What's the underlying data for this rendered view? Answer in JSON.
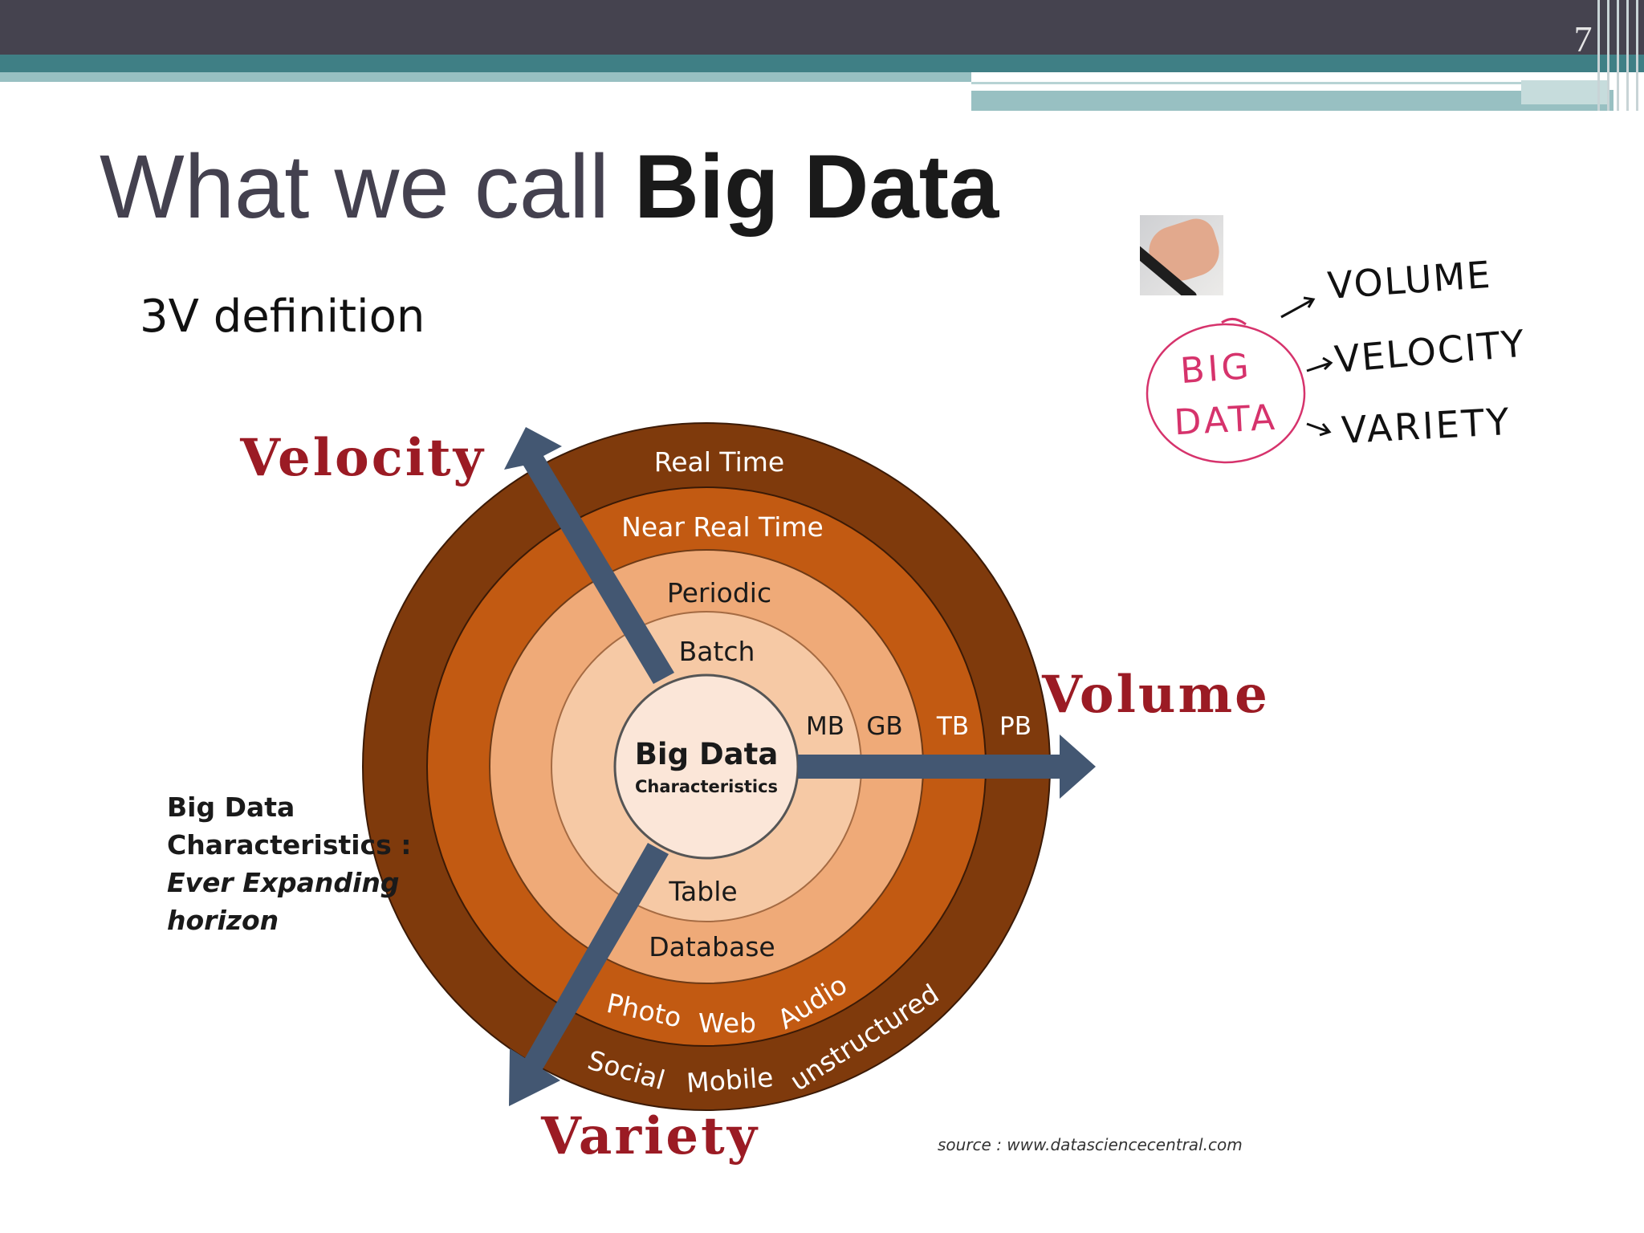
{
  "slide_number": "7",
  "title": {
    "prefix": "What we call ",
    "bold": "Big Data"
  },
  "subtitle": "3V definition",
  "diagram": {
    "center": {
      "title": "Big Data",
      "subtitle": "Characteristics"
    },
    "axes": {
      "velocity": "Velocity",
      "volume": "Volume",
      "variety": "Variety"
    },
    "velocity_rings": [
      "Real Time",
      "Near Real Time",
      "Periodic",
      "Batch"
    ],
    "volume_rings": [
      "MB",
      "GB",
      "TB",
      "PB"
    ],
    "variety_rings": [
      "Table",
      "Database",
      "Photo",
      "Web",
      "Audio",
      "Social",
      "Mobile",
      "unstructured"
    ],
    "colors": {
      "ring1": "#7f3a0c",
      "ring2": "#c25a12",
      "ring3": "#efaa78",
      "ring4": "#f6c9a5",
      "center": "#fbe6d8",
      "arrow": "#435772",
      "axis_label": "#9b1b24"
    }
  },
  "side_note": {
    "line1": "Big Data",
    "line2": "Characteristics :",
    "line3": "Ever Expanding",
    "line4": "horizon"
  },
  "source": "source : www.datasciencecentral.com",
  "sketch": {
    "circle_line1": "BIG",
    "circle_line2": "DATA",
    "item1": "VOLUME",
    "item2": "VELOCITY",
    "item3": "VARIETY"
  }
}
